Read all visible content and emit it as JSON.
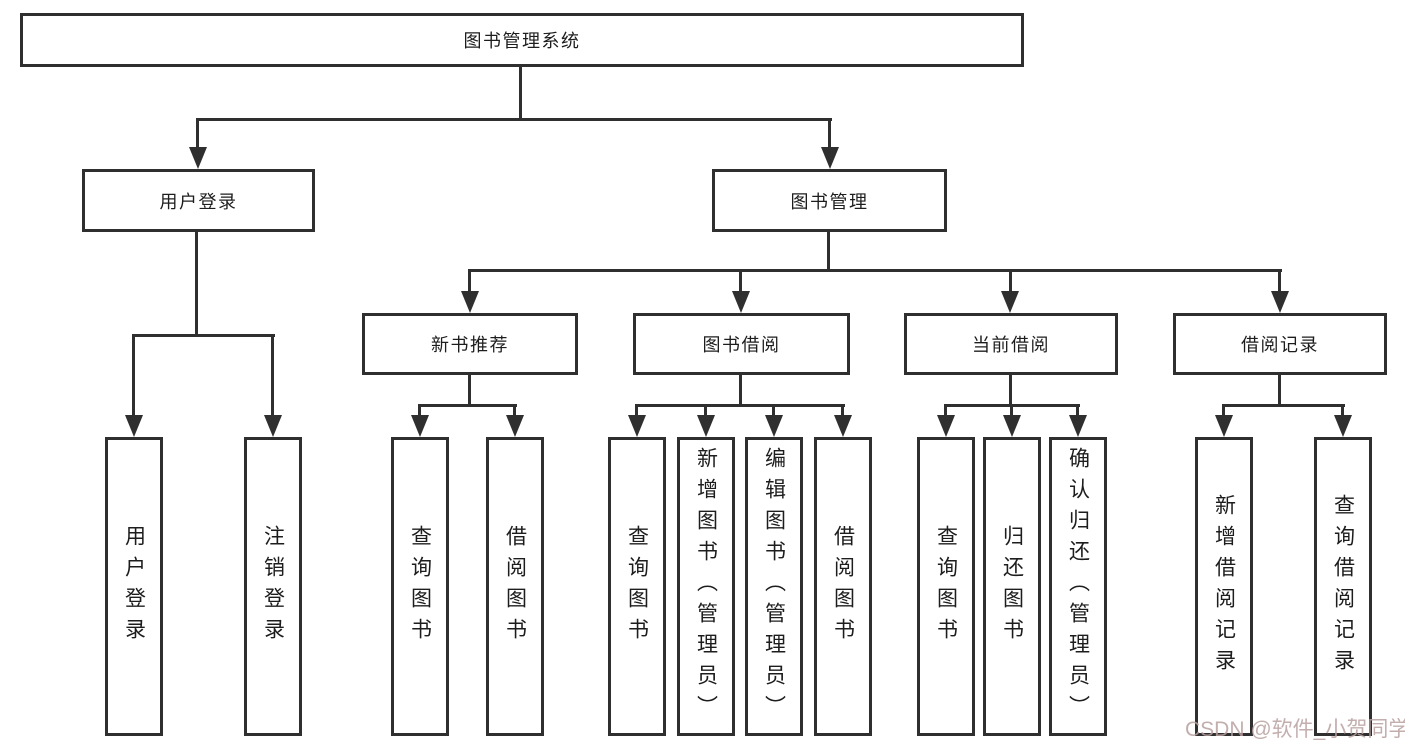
{
  "diagram": {
    "root": {
      "label": "图书管理系统"
    },
    "branches": [
      {
        "label": "用户登录",
        "children": [
          {
            "label": "用户登录"
          },
          {
            "label": "注销登录"
          }
        ]
      },
      {
        "label": "图书管理",
        "children": [
          {
            "label": "新书推荐",
            "children": [
              {
                "label": "查询图书"
              },
              {
                "label": "借阅图书"
              }
            ]
          },
          {
            "label": "图书借阅",
            "children": [
              {
                "label": "查询图书"
              },
              {
                "label": "新增图书（管理员）"
              },
              {
                "label": "编辑图书（管理员）"
              },
              {
                "label": "借阅图书"
              }
            ]
          },
          {
            "label": "当前借阅",
            "children": [
              {
                "label": "查询图书"
              },
              {
                "label": "归还图书"
              },
              {
                "label": "确认归还（管理员）"
              }
            ]
          },
          {
            "label": "借阅记录",
            "children": [
              {
                "label": "新增借阅记录"
              },
              {
                "label": "查询借阅记录"
              }
            ]
          }
        ]
      }
    ]
  },
  "watermark": {
    "text": "CSDN @软件_小贺同学"
  },
  "colors": {
    "line": "#2f2f2f",
    "text": "#1d1d1d",
    "bg": "#ffffff",
    "watermark": "#b9a0a0"
  }
}
